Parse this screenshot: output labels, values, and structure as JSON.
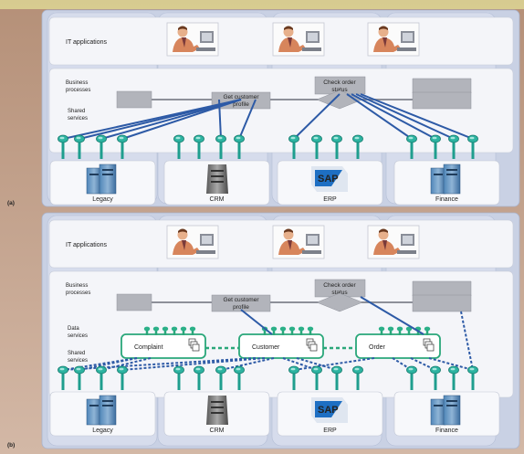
{
  "colors": {
    "page_bg": "#c8a892",
    "frame_outer": "#c9d1e4",
    "panel": "#f4f5f9",
    "gray_box": "#b2b4bb",
    "teal": "#1f9e8e",
    "blue_line": "#2d5aa6",
    "green": "#2aa77a"
  },
  "panel_a": {
    "label": "(a)",
    "it_applications": "IT applications",
    "business_processes": "Business\nprocesses",
    "shared_services": "Shared\nservices",
    "get_customer_profile": "Get customer\nprofile",
    "check_order_status": "Check order\nstatus",
    "systems": [
      "Legacy",
      "CRM",
      "ERP",
      "Finance"
    ]
  },
  "panel_b": {
    "label": "(b)",
    "it_applications": "IT applications",
    "business_processes": "Business\nprocesses",
    "data_services": "Data\nservices",
    "shared_services": "Shared\nservices",
    "get_customer_profile": "Get customer\nprofile",
    "check_order_status": "Check order\nstatus",
    "data_service_boxes": [
      "Complaint",
      "Customer",
      "Order"
    ],
    "systems": [
      "Legacy",
      "CRM",
      "ERP",
      "Finance"
    ]
  },
  "icons": {
    "user": "person-at-computer-icon",
    "server": "server-icon",
    "doc": "document-stack-icon",
    "service": "service-node-icon"
  },
  "sap_logo": "SAP"
}
